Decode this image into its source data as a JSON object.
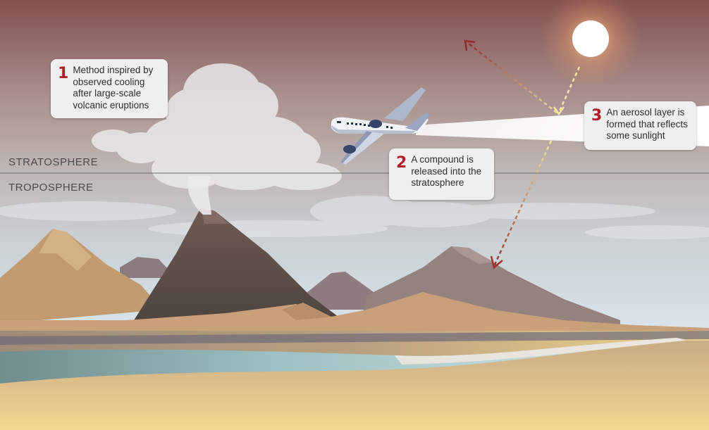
{
  "layers": {
    "upper": "STRATOSPHERE",
    "lower": "TROPOSPHERE"
  },
  "callouts": [
    {
      "number": "1",
      "text": "Method inspired by\nobserved cooling\nafter large-scale\nvolcanic eruptions"
    },
    {
      "number": "2",
      "text": "A compound is\nreleased into the\nstratosphere"
    },
    {
      "number": "3",
      "text": "An aerosol layer is\nformed that reflects\nsome sunlight"
    }
  ],
  "colors": {
    "accent_number": "#b11e2b",
    "callout_bg": "#efefef",
    "sky_top": "#8a5a58",
    "sky_bottom": "#d9e1e6"
  }
}
